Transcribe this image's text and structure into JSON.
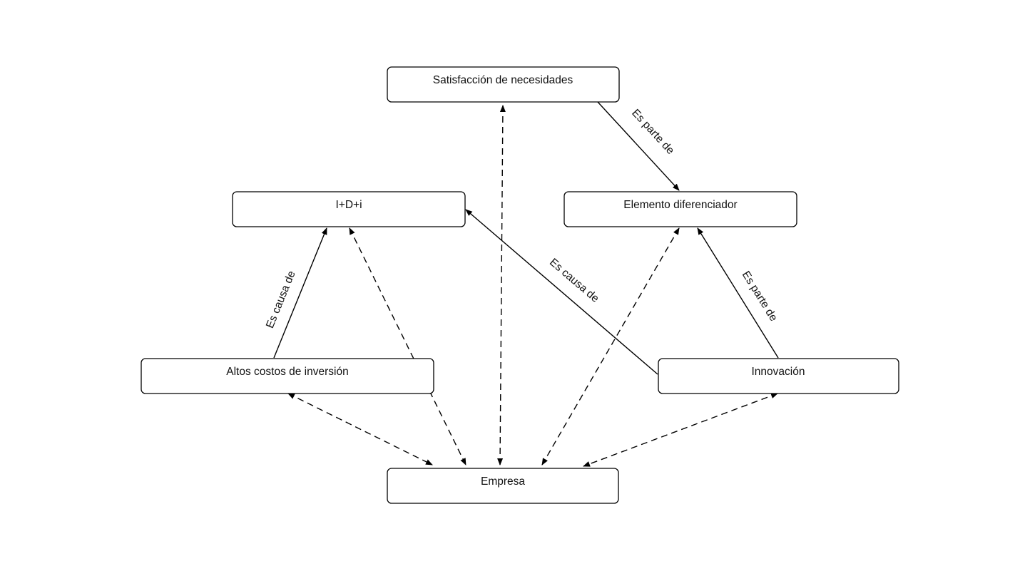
{
  "diagram": {
    "nodes": {
      "satisfaccion": {
        "label": "Satisfacción de necesidades"
      },
      "idi": {
        "label": "I+D+i"
      },
      "elemento": {
        "label": "Elemento diferenciador"
      },
      "altos_costos": {
        "label": "Altos costos de inversión"
      },
      "innovacion": {
        "label": "Innovación"
      },
      "empresa": {
        "label": "Empresa"
      }
    },
    "edges": [
      {
        "from": "satisfaccion",
        "to": "elemento",
        "style": "solid",
        "direction": "forward",
        "label": "Es parte de"
      },
      {
        "from": "altos_costos",
        "to": "idi",
        "style": "solid",
        "direction": "forward",
        "label": "Es causa de"
      },
      {
        "from": "innovacion",
        "to": "idi",
        "style": "solid",
        "direction": "forward",
        "label": "Es causa de"
      },
      {
        "from": "innovacion",
        "to": "elemento",
        "style": "solid",
        "direction": "forward",
        "label": "Es parte de"
      },
      {
        "from": "satisfaccion",
        "to": "empresa",
        "style": "dashed",
        "direction": "both",
        "label": ""
      },
      {
        "from": "idi",
        "to": "empresa",
        "style": "dashed",
        "direction": "both",
        "label": ""
      },
      {
        "from": "altos_costos",
        "to": "empresa",
        "style": "dashed",
        "direction": "both",
        "label": ""
      },
      {
        "from": "elemento",
        "to": "empresa",
        "style": "dashed",
        "direction": "both",
        "label": ""
      },
      {
        "from": "innovacion",
        "to": "empresa",
        "style": "dashed",
        "direction": "both",
        "label": ""
      }
    ],
    "colors": {
      "line": "#000000",
      "box_fill": "#ffffff",
      "text": "#111111"
    }
  }
}
